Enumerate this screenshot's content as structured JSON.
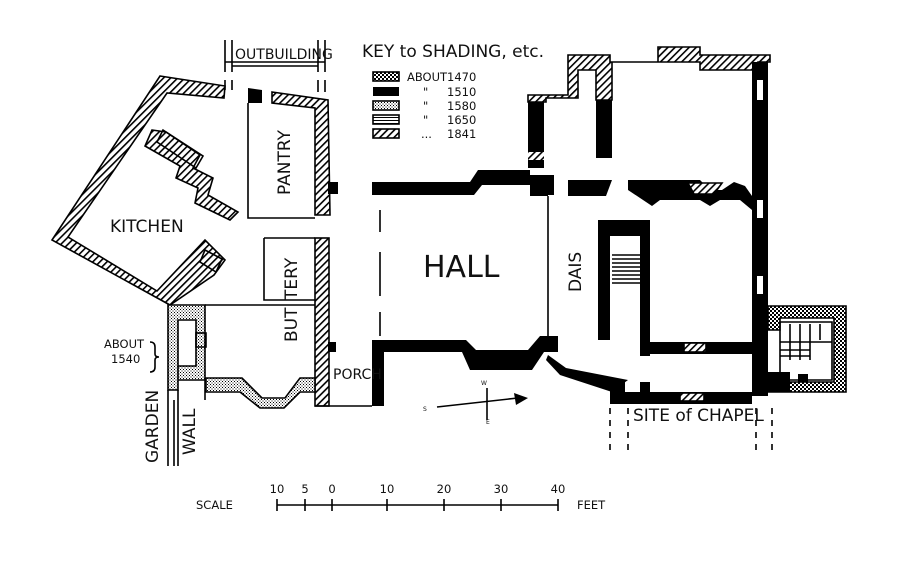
{
  "key": {
    "title": "KEY to SHADING, etc.",
    "entries": [
      {
        "ditto": "ABOUT",
        "year": "1470"
      },
      {
        "ditto": "\"",
        "year": "1510"
      },
      {
        "ditto": "\"",
        "year": "1580"
      },
      {
        "ditto": "\"",
        "year": "1650"
      },
      {
        "ditto": "...",
        "year": "1841"
      }
    ]
  },
  "rooms": {
    "outbuilding": "OUTBUILDING",
    "pantry": "PANTRY",
    "kitchen": "KITCHEN",
    "hall": "HALL",
    "dais": "DAIS",
    "but": "BUT",
    "tery": "TERY",
    "porch": "PORCH",
    "chapel": "SITE of CHAPEL",
    "garden": "GARDEN",
    "wall": "WALL"
  },
  "annotation": {
    "about": "ABOUT",
    "year": "1540"
  },
  "compass": {
    "n": "S",
    "w": "W",
    "e": "E"
  },
  "scale": {
    "label": "SCALE",
    "unit": "FEET",
    "ticks": [
      "10",
      "5",
      "0",
      "10",
      "20",
      "30",
      "40"
    ]
  }
}
